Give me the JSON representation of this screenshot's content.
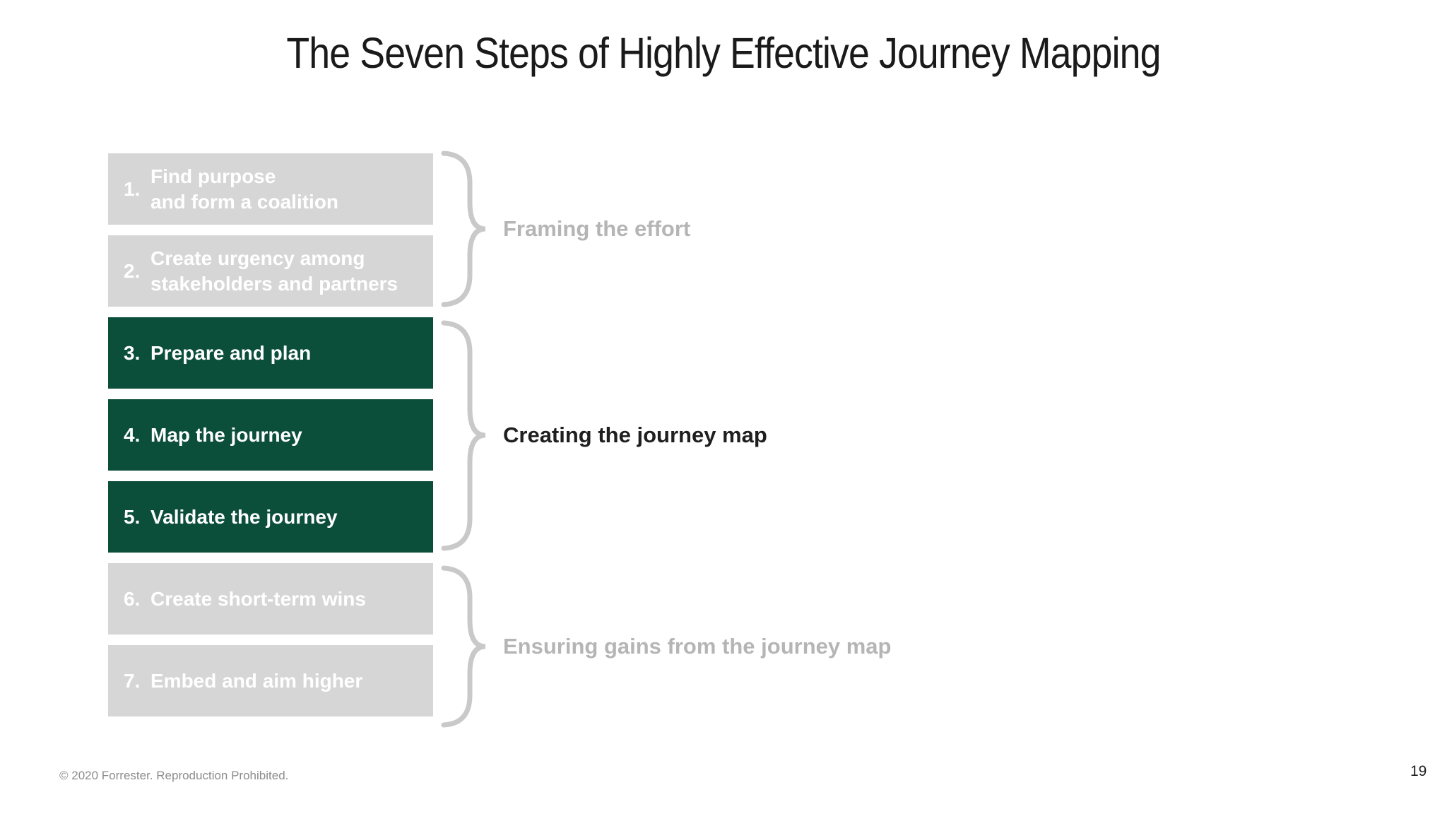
{
  "slide": {
    "title": "The Seven Steps of Highly Effective Journey Mapping",
    "steps": [
      {
        "num": "1.",
        "label": "Find purpose\nand form a coalition",
        "state": "inactive"
      },
      {
        "num": "2.",
        "label": "Create urgency among\nstakeholders and partners",
        "state": "inactive"
      },
      {
        "num": "3.",
        "label": "Prepare and plan",
        "state": "active"
      },
      {
        "num": "4.",
        "label": "Map the journey",
        "state": "active"
      },
      {
        "num": "5.",
        "label": "Validate the journey",
        "state": "active"
      },
      {
        "num": "6.",
        "label": "Create short-term wins",
        "state": "inactive"
      },
      {
        "num": "7.",
        "label": "Embed and aim higher",
        "state": "inactive"
      }
    ],
    "groups": [
      {
        "label": "Framing the effort",
        "steps": "1-2",
        "emphasis": "muted"
      },
      {
        "label": "Creating the journey map",
        "steps": "3-5",
        "emphasis": "active"
      },
      {
        "label": "Ensuring gains from the journey map",
        "steps": "6-7",
        "emphasis": "muted"
      }
    ],
    "footer": {
      "copyright": "© 2020 Forrester. Reproduction Prohibited.",
      "page_number": "19"
    },
    "colors": {
      "active_green": "#0b4e3a",
      "inactive_gray": "#d6d6d6",
      "step_text": "#ffffff",
      "muted_label_text": "#b5b5b5",
      "active_label_text": "#1f1f1f",
      "brace": "#c9c9c9",
      "title_text": "#1a1a1a",
      "footer_text": "#8c8c8c"
    }
  }
}
